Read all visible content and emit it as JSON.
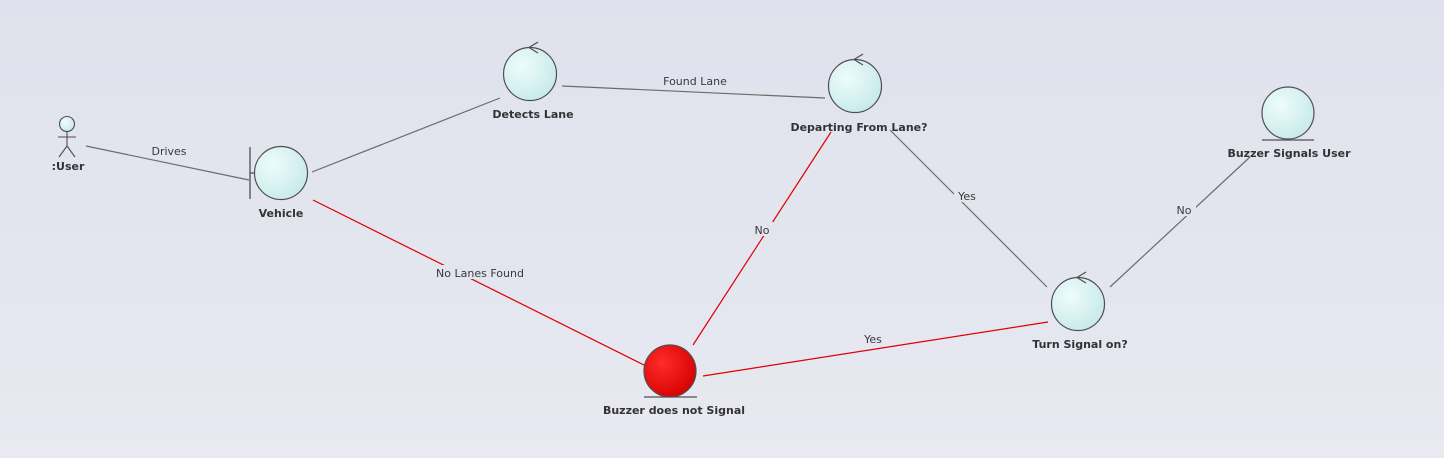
{
  "colors": {
    "node_fill": "#d6f1f1",
    "node_stroke": "#4f4f4f",
    "highlight_fill": "#e00000",
    "line_gray": "#6b6b6b",
    "line_red": "#e00000"
  },
  "nodes": {
    "user": {
      "label": ":User",
      "kind": "actor",
      "icon": "actor-icon"
    },
    "vehicle": {
      "label": "Vehicle",
      "kind": "boundary",
      "icon": "boundary-icon"
    },
    "detects_lane": {
      "label": "Detects Lane",
      "kind": "control",
      "icon": "control-icon"
    },
    "departing": {
      "label": "Departing From Lane?",
      "kind": "control",
      "icon": "control-icon"
    },
    "buzzer_signals": {
      "label": "Buzzer Signals User",
      "kind": "entity",
      "icon": "entity-icon"
    },
    "turn_signal": {
      "label": "Turn Signal on?",
      "kind": "control",
      "icon": "control-icon"
    },
    "buzzer_not": {
      "label": "Buzzer does not Signal",
      "kind": "entity",
      "icon": "entity-icon",
      "highlighted": true
    }
  },
  "edges": {
    "drives": {
      "label": "Drives",
      "highlighted": false
    },
    "vehicle_detects": {
      "label": "",
      "highlighted": false
    },
    "found_lane": {
      "label": "Found Lane",
      "highlighted": false
    },
    "departing_yes": {
      "label": "Yes",
      "highlighted": false
    },
    "turn_no": {
      "label": "No",
      "highlighted": false
    },
    "no_lanes": {
      "label": "No Lanes Found",
      "highlighted": true
    },
    "departing_no": {
      "label": "No",
      "highlighted": true
    },
    "turn_yes": {
      "label": "Yes",
      "highlighted": true
    }
  }
}
